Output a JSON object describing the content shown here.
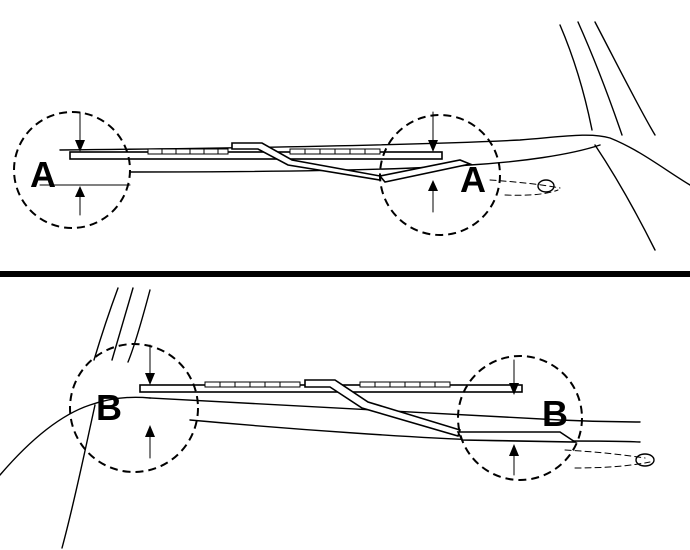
{
  "diagram": {
    "top_panel": {
      "callout_left": "A",
      "callout_right": "A"
    },
    "bottom_panel": {
      "callout_left": "B",
      "callout_right": "B"
    }
  }
}
